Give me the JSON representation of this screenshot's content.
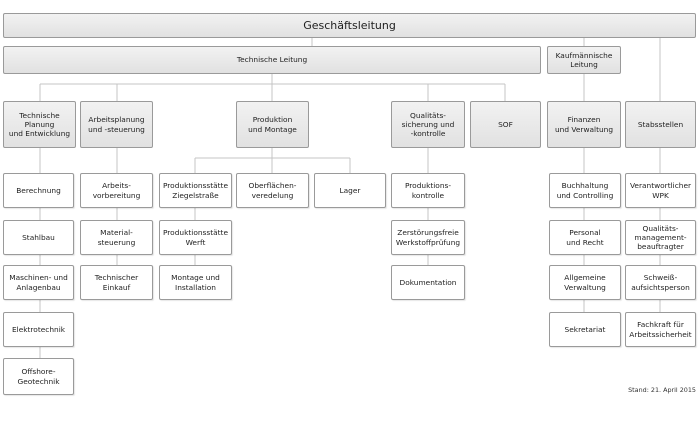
{
  "chart_title": "Geschäftsleitung",
  "nodes": {
    "gl": "Geschäftsleitung",
    "tl": "Technische Leitung",
    "kl": "Kaufmännische\nLeitung",
    "tpe": "Technische\nPlanung\nund Entwicklung",
    "aps": "Arbeitsplanung\nund -steuerung",
    "pm": "Produktion\nund Montage",
    "qsk": "Qualitäts-\nsicherung und\n-kontrolle",
    "sof": "SOF",
    "fv": "Finanzen\nund Verwaltung",
    "st": "Stabsstellen",
    "ber": "Berechnung",
    "stb": "Stahlbau",
    "maa": "Maschinen- und\nAnlagenbau",
    "elt": "Elektrotechnik",
    "off": "Offshore-\nGeotechnik",
    "av": "Arbeits-\nvorbereitung",
    "ms": "Material-\nsteuerung",
    "te": "Technischer\nEinkauf",
    "pzs": "Produktionsstätte\nZiegelstraße",
    "pw": "Produktionsstätte\nWerft",
    "mi": "Montage und\nInstallation",
    "ov": "Oberflächen-\nveredelung",
    "lag": "Lager",
    "pk": "Produktions-\nkontrolle",
    "zwp": "Zerstörungsfreie\nWerkstoffprüfung",
    "dok": "Dokumentation",
    "bc": "Buchhaltung\nund Controlling",
    "pr": "Personal\nund Recht",
    "av2": "Allgemeine\nVerwaltung",
    "sek": "Sekretariat",
    "vw": "Verantwortlicher\nWPK",
    "qmb": "Qualitäts-\nmanagement-\nbeauftragter",
    "sap": "Schweiß-\naufsichtsperson",
    "fas": "Fachkraft für\nArbeitssicherheit"
  },
  "stand": "Stand: 21. April 2015"
}
